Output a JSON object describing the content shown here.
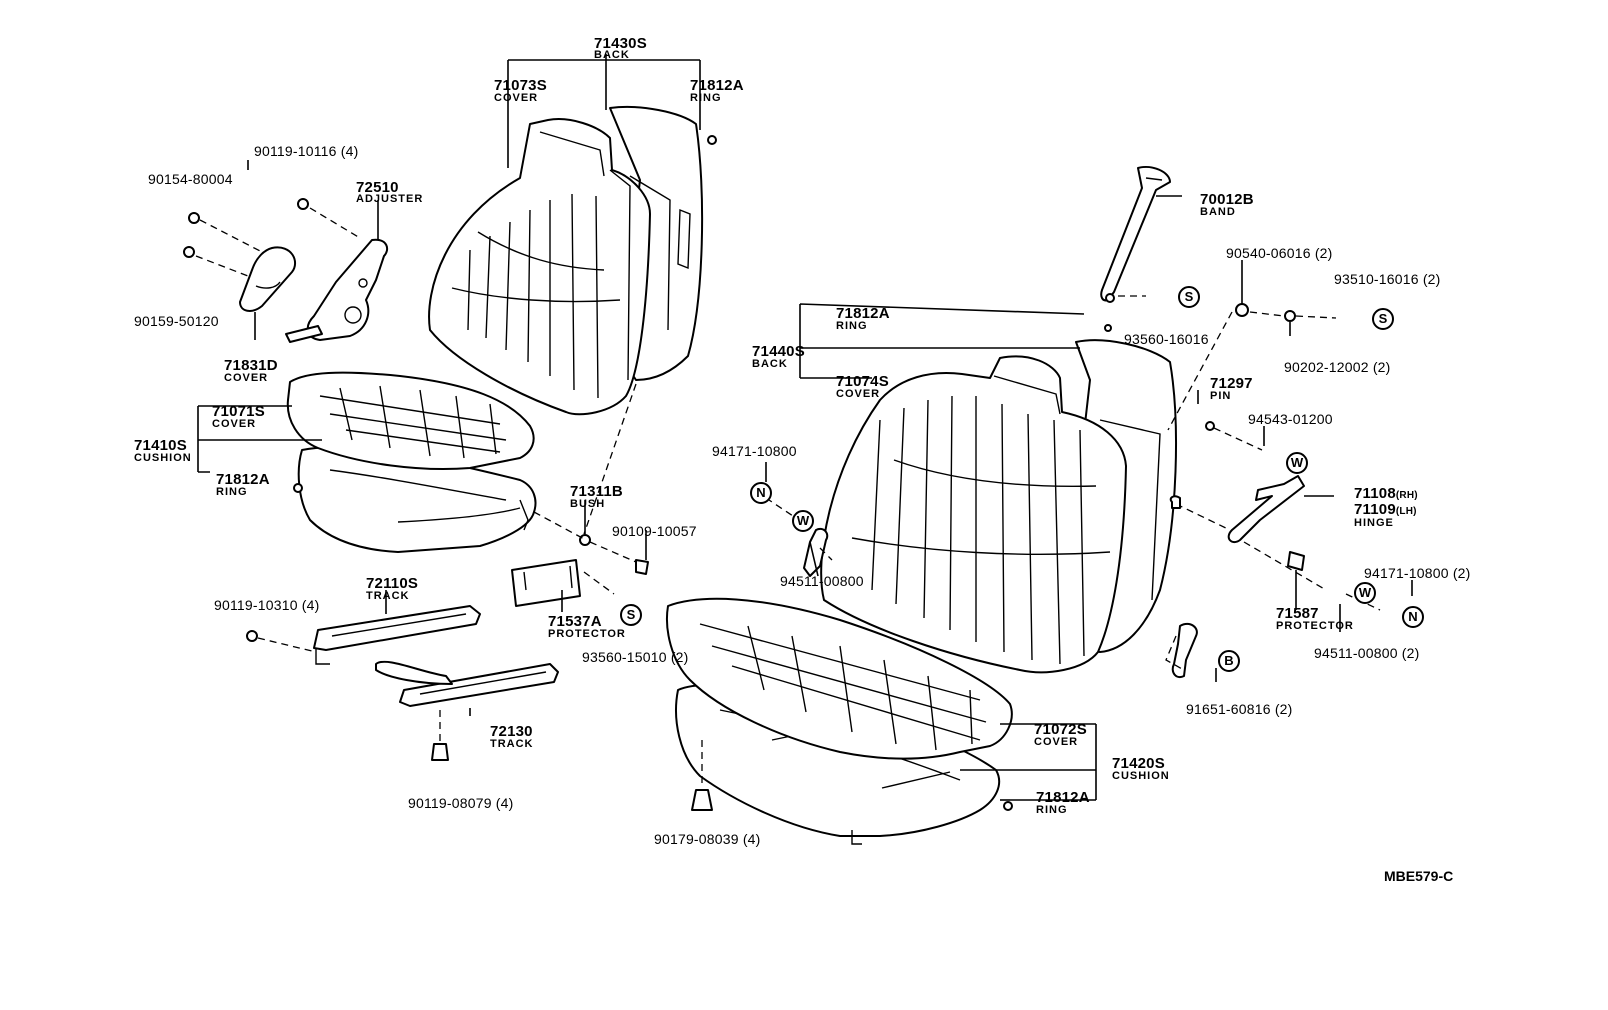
{
  "diagram_code": "MBE579-C",
  "symbols": {
    "S": "S",
    "N": "N",
    "W": "W",
    "B": "B"
  },
  "labels": {
    "back_upper_pn": "71430S",
    "back_upper_nm": "BACK",
    "cover_71073s_pn": "71073S",
    "cover_71073s_nm": "COVER",
    "ring_top_pn": "71812A",
    "ring_top_nm": "RING",
    "bolt_90119_10116": "90119-10116 (4)",
    "nut_90154": "90154-80004",
    "adjuster_pn": "72510",
    "adjuster_nm": "ADJUSTER",
    "screw_90159": "90159-50120",
    "cover_71831d_pn": "71831D",
    "cover_71831d_nm": "COVER",
    "cover_71071s_pn": "71071S",
    "cover_71071s_nm": "COVER",
    "cushion_71410s_pn": "71410S",
    "cushion_71410s_nm": "CUSHION",
    "ring_left_pn": "71812A",
    "ring_left_nm": "RING",
    "bush_pn": "71311B",
    "bush_nm": "BUSH",
    "screw_90109": "90109-10057",
    "track_72110s_pn": "72110S",
    "track_72110s_nm": "TRACK",
    "bolt_90119_10310": "90119-10310 (4)",
    "protector_71537a_pn": "71537A",
    "protector_71537a_nm": "PROTECTOR",
    "screw_93560_15010": "93560-15010 (2)",
    "track_72130_pn": "72130",
    "track_72130_nm": "TRACK",
    "bolt_90119_08079": "90119-08079 (4)",
    "band_pn": "70012B",
    "band_nm": "BAND",
    "washer_90540": "90540-06016 (2)",
    "screw_93510": "93510-16016 (2)",
    "ring_right_pn": "71812A",
    "ring_right_nm": "RING",
    "screw_93560_16016": "93560-16016",
    "back_lower_pn": "71440S",
    "back_lower_nm": "BACK",
    "washer_90202": "90202-12002 (2)",
    "cover_71074s_pn": "71074S",
    "cover_71074s_nm": "COVER",
    "pin_pn": "71297",
    "pin_nm": "PIN",
    "washer_94543": "94543-01200",
    "nut_94171_top": "94171-10800",
    "hinge_rh_pn": "71108",
    "hinge_rh_side": "(RH)",
    "hinge_lh_pn": "71109",
    "hinge_lh_side": "(LH)",
    "hinge_nm": "HINGE",
    "washer_94511_left": "94511-00800",
    "nut_94171_right": "94171-10800 (2)",
    "protector_71587_pn": "71587",
    "protector_71587_nm": "PROTECTOR",
    "washer_94511_right": "94511-00800 (2)",
    "bolt_91651": "91651-60816 (2)",
    "cover_71072s_pn": "71072S",
    "cover_71072s_nm": "COVER",
    "cushion_71420s_pn": "71420S",
    "cushion_71420s_nm": "CUSHION",
    "ring_bottom_pn": "71812A",
    "ring_bottom_nm": "RING",
    "bolt_90179": "90179-08039 (4)"
  }
}
